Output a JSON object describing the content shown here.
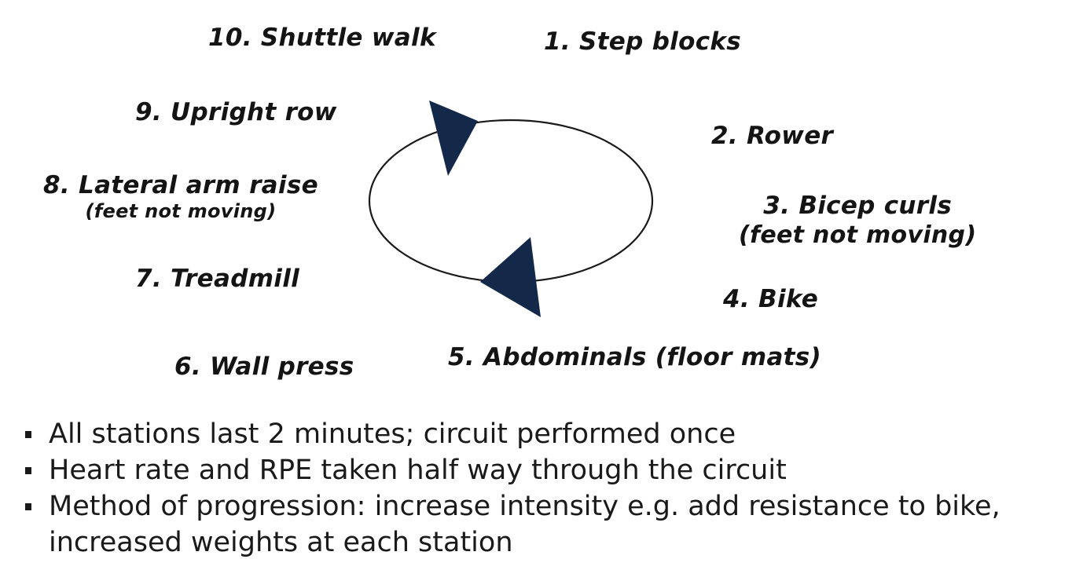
{
  "stations": [
    {
      "id": "s1",
      "label": "1. Step blocks",
      "sub": ""
    },
    {
      "id": "s2",
      "label": "2. Rower",
      "sub": ""
    },
    {
      "id": "s3",
      "label": "3. Bicep curls",
      "sub": "(feet not moving)"
    },
    {
      "id": "s4",
      "label": "4. Bike",
      "sub": ""
    },
    {
      "id": "s5",
      "label": "5. Abdominals (floor mats)",
      "sub": ""
    },
    {
      "id": "s6",
      "label": "6. Wall press",
      "sub": ""
    },
    {
      "id": "s7",
      "label": "7. Treadmill",
      "sub": ""
    },
    {
      "id": "s8",
      "label": "8. Lateral arm raise",
      "sub": "(feet not moving)"
    },
    {
      "id": "s9",
      "label": "9. Upright row",
      "sub": ""
    },
    {
      "id": "s10",
      "label": "10. Shuttle walk",
      "sub": ""
    }
  ],
  "notes": [
    "All stations last 2 minutes; circuit performed once",
    "Heart rate and RPE taken half way through the circuit",
    "Method of progression: increase intensity e.g. add resistance to bike, increased weights at each station"
  ],
  "colors": {
    "arrow": "#14294a",
    "text": "#141414"
  },
  "icons": {
    "cycle": "circular-arrow-icon"
  }
}
